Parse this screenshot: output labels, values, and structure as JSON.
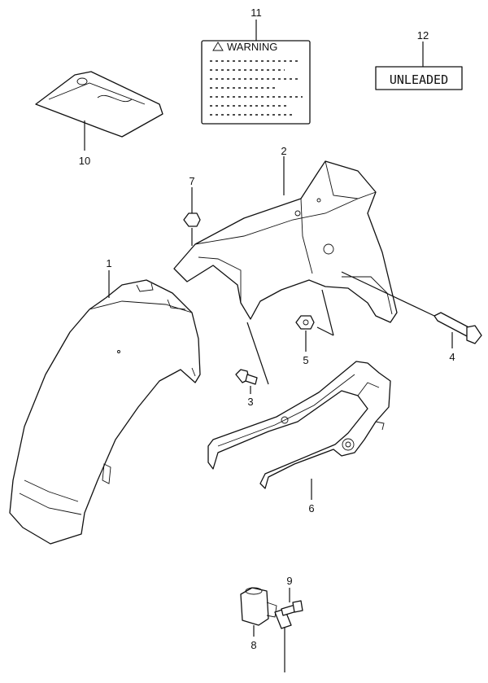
{
  "callouts": [
    {
      "id": "1",
      "text": "1"
    },
    {
      "id": "2",
      "text": "2"
    },
    {
      "id": "3",
      "text": "3"
    },
    {
      "id": "4",
      "text": "4"
    },
    {
      "id": "5",
      "text": "5"
    },
    {
      "id": "6",
      "text": "6"
    },
    {
      "id": "7",
      "text": "7"
    },
    {
      "id": "8",
      "text": "8"
    },
    {
      "id": "9",
      "text": "9"
    },
    {
      "id": "10",
      "text": "10"
    },
    {
      "id": "11",
      "text": "11"
    },
    {
      "id": "12",
      "text": "12"
    }
  ],
  "warning_label": {
    "heading": "WARNING"
  },
  "unleaded_label": {
    "text": "UNLEADED"
  }
}
